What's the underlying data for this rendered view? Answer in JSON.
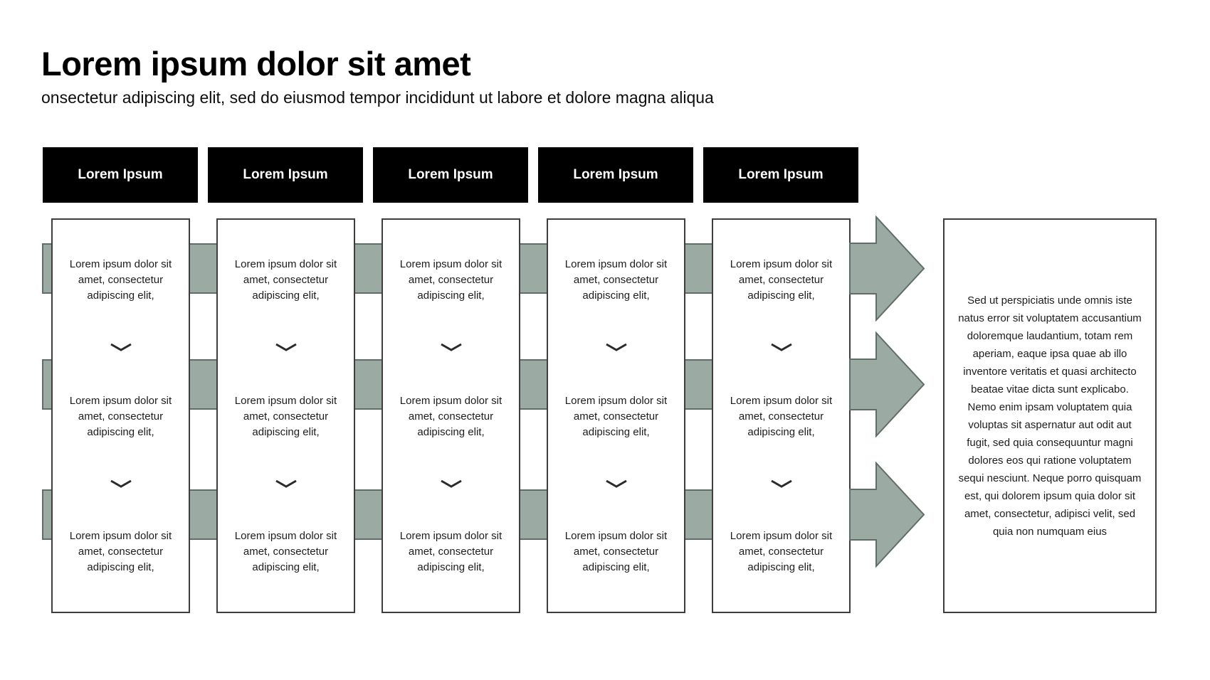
{
  "page": {
    "title": "Lorem ipsum dolor sit amet",
    "subtitle": "onsectetur adipiscing elit, sed do eiusmod tempor incididunt ut labore et dolore magna aliqua"
  },
  "columns": [
    {
      "header": "Lorem Ipsum",
      "blocks": [
        "Lorem ipsum dolor sit amet, consectetur adipiscing elit,",
        "Lorem ipsum dolor sit amet, consectetur adipiscing elit,",
        "Lorem ipsum dolor sit amet, consectetur adipiscing elit,"
      ]
    },
    {
      "header": "Lorem Ipsum",
      "blocks": [
        "Lorem ipsum dolor sit amet, consectetur adipiscing elit,",
        "Lorem ipsum dolor sit amet, consectetur adipiscing elit,",
        "Lorem ipsum dolor sit amet, consectetur adipiscing elit,"
      ]
    },
    {
      "header": "Lorem Ipsum",
      "blocks": [
        "Lorem ipsum dolor sit amet, consectetur adipiscing elit,",
        "Lorem ipsum dolor sit amet, consectetur adipiscing elit,",
        "Lorem ipsum dolor sit amet, consectetur adipiscing elit,"
      ]
    },
    {
      "header": "Lorem Ipsum",
      "blocks": [
        "Lorem ipsum dolor sit amet, consectetur adipiscing elit,",
        "Lorem ipsum dolor sit amet, consectetur adipiscing elit,",
        "Lorem ipsum dolor sit amet, consectetur adipiscing elit,"
      ]
    },
    {
      "header": "Lorem Ipsum",
      "blocks": [
        "Lorem ipsum dolor sit amet, consectetur adipiscing elit,",
        "Lorem ipsum dolor sit amet, consectetur adipiscing elit,",
        "Lorem ipsum dolor sit amet, consectetur adipiscing elit,"
      ]
    }
  ],
  "result_panel": {
    "text": "Sed ut perspiciatis unde omnis iste natus error sit voluptatem accusantium doloremque laudantium, totam rem aperiam, eaque ipsa quae ab illo inventore veritatis et quasi architecto beatae vitae dicta sunt explicabo. Nemo enim ipsam voluptatem quia voluptas sit aspernatur aut odit aut fugit, sed quia consequuntur magni dolores eos qui ratione voluptatem sequi nesciunt. Neque porro quisquam est, qui dolorem ipsum quia dolor sit amet, consectetur, adipisci velit, sed quia non numquam eius"
  },
  "icons": {
    "step_separator": "chevron-down-icon",
    "flow": "arrow-right-icon"
  },
  "colors": {
    "lane_fill": "#9BABA4",
    "lane_border": "#5F6E68",
    "box_border": "#3D3D3D",
    "header_bg": "#000000",
    "header_text": "#FFFFFF",
    "background": "#FFFFFF"
  }
}
